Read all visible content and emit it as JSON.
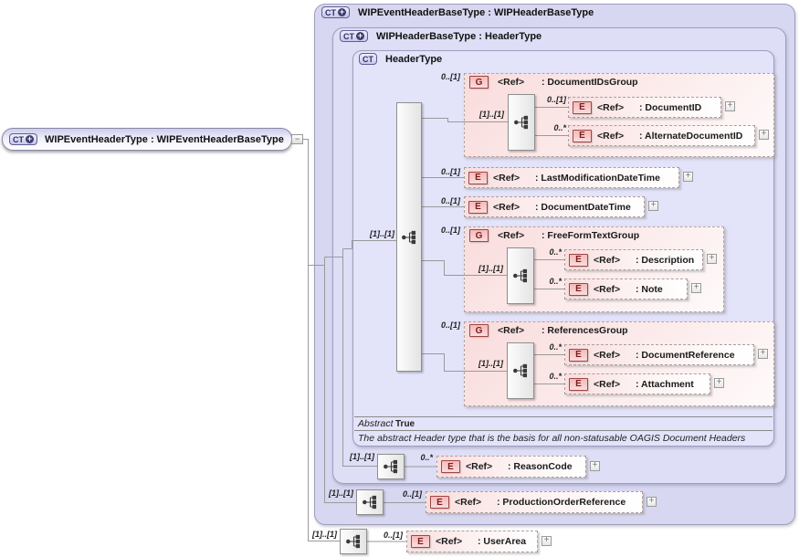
{
  "root": {
    "badge": "CT",
    "label": "WIPEventHeaderType : WIPEventHeaderBaseType"
  },
  "containers": {
    "event_base": {
      "badge": "CT",
      "label": "WIPEventHeaderBaseType : WIPHeaderBaseType"
    },
    "header_base": {
      "badge": "CT",
      "label": "WIPHeaderBaseType : HeaderType"
    },
    "header": {
      "badge": "CT",
      "label": "HeaderType"
    }
  },
  "header_footer": {
    "abstract_label": "Abstract",
    "abstract_value": "True",
    "annotation": "The abstract Header type that is the basis for all non-statusable OAGIS Document Headers"
  },
  "main_sequence": {
    "occurs": "[1]..[1]"
  },
  "children": {
    "document_ids_group": {
      "occurs": "0..[1]",
      "badge": "G",
      "ref": "<Ref>",
      "name": ": DocumentIDsGroup",
      "seq_occurs": "[1]..[1]",
      "items": [
        {
          "occurs": "0..[1]",
          "badge": "E",
          "ref": "<Ref>",
          "name": ": DocumentID"
        },
        {
          "occurs": "0..*",
          "badge": "E",
          "ref": "<Ref>",
          "name": ": AlternateDocumentID"
        }
      ]
    },
    "last_modification": {
      "occurs": "0..[1]",
      "badge": "E",
      "ref": "<Ref>",
      "name": ": LastModificationDateTime"
    },
    "document_date": {
      "occurs": "0..[1]",
      "badge": "E",
      "ref": "<Ref>",
      "name": ": DocumentDateTime"
    },
    "free_form_text_group": {
      "occurs": "0..[1]",
      "badge": "G",
      "ref": "<Ref>",
      "name": ": FreeFormTextGroup",
      "seq_occurs": "[1]..[1]",
      "items": [
        {
          "occurs": "0..*",
          "badge": "E",
          "ref": "<Ref>",
          "name": ": Description"
        },
        {
          "occurs": "0..*",
          "badge": "E",
          "ref": "<Ref>",
          "name": ": Note"
        }
      ]
    },
    "references_group": {
      "occurs": "0..[1]",
      "badge": "G",
      "ref": "<Ref>",
      "name": ": ReferencesGroup",
      "seq_occurs": "[1]..[1]",
      "items": [
        {
          "occurs": "0..*",
          "badge": "E",
          "ref": "<Ref>",
          "name": ": DocumentReference"
        },
        {
          "occurs": "0..*",
          "badge": "E",
          "ref": "<Ref>",
          "name": ": Attachment"
        }
      ]
    }
  },
  "tail": {
    "reason_code": {
      "seq_occurs": "[1]..[1]",
      "occurs": "0..*",
      "badge": "E",
      "ref": "<Ref>",
      "name": ": ReasonCode"
    },
    "production_order_reference": {
      "seq_occurs": "[1]..[1]",
      "occurs": "0..[1]",
      "badge": "E",
      "ref": "<Ref>",
      "name": ": ProductionOrderReference"
    },
    "user_area": {
      "seq_occurs": "[1]..[1]",
      "occurs": "0..[1]",
      "badge": "E",
      "ref": "<Ref>",
      "name": ": UserArea"
    }
  },
  "glyphs": {
    "plus": "+",
    "minus": "−"
  },
  "colors": {
    "container_lavender_outer": "#d7d7f1",
    "container_lavender_mid": "#dedef6",
    "container_lavender_inner": "#e3e3fa",
    "group_pink": "#f9dcdc",
    "element_pink": "#f9dede",
    "badge_red_border": "#a04545",
    "badge_red_text": "#7c1d1d",
    "badge_blue_text": "#2e2e6e",
    "connector_line": "#9a9a9a"
  }
}
